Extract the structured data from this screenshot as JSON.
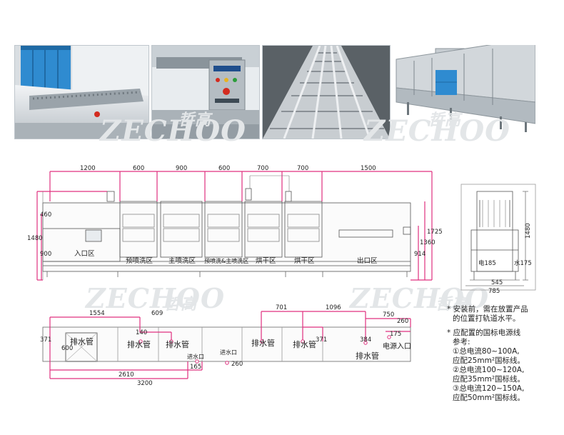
{
  "watermarks": [
    "ZECHOO",
    "哲高"
  ],
  "elevation": {
    "top_dims": [
      "1200",
      "600",
      "900",
      "600",
      "700",
      "700",
      "1500"
    ],
    "left_dims": [
      "460",
      "1480",
      "900"
    ],
    "right_dims": [
      "1725",
      "1360",
      "914"
    ],
    "zones": [
      "入口区",
      "预喷洗区",
      "主喷洗区",
      "预喷洗&主喷洗区",
      "烘干区",
      "烘干区",
      "出口区"
    ]
  },
  "side_view": {
    "dims": [
      "1480",
      "545",
      "785"
    ],
    "labels": [
      "电185",
      "水175"
    ]
  },
  "plan": {
    "dims": [
      "1554",
      "609",
      "701",
      "1096",
      "750",
      "260",
      "371",
      "600",
      "140",
      "371",
      "384",
      "175",
      "165",
      "260",
      "2610",
      "3200"
    ],
    "labels": [
      "排水管",
      "排水管",
      "排水管",
      "排水管",
      "排水管",
      "排水管",
      "进水口",
      "进水口",
      "电源入口"
    ]
  },
  "notes": {
    "n1a": "* 安装前，需在放置产品",
    "n1b": "的位置打轨道水平。",
    "n2a": "* 应配置的国标电源线",
    "n2b": "参考:",
    "o1a": "①总电流80~100A,",
    "o1b": "应配25mm²国标线。",
    "o2a": "②总电流100~120A,",
    "o2b": "应配35mm²国标线。",
    "o3a": "③总电流120~150A,",
    "o3b": "应配50mm²国标线。"
  }
}
